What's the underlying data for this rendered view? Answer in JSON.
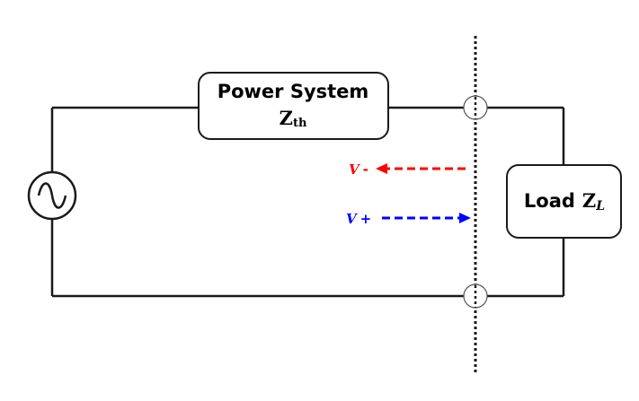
{
  "power_system": {
    "title": "Power System",
    "impedance_symbol": "Z",
    "impedance_subscript": "th"
  },
  "load": {
    "label": "Load",
    "impedance_symbol": "Z",
    "impedance_subscript": "L"
  },
  "waves": {
    "negative": {
      "symbol": "V",
      "sign": "-",
      "color": "#ff0000"
    },
    "positive": {
      "symbol": "V",
      "sign": "+",
      "color": "#0000ff"
    }
  },
  "source": {
    "icon": "ac-source-icon"
  }
}
